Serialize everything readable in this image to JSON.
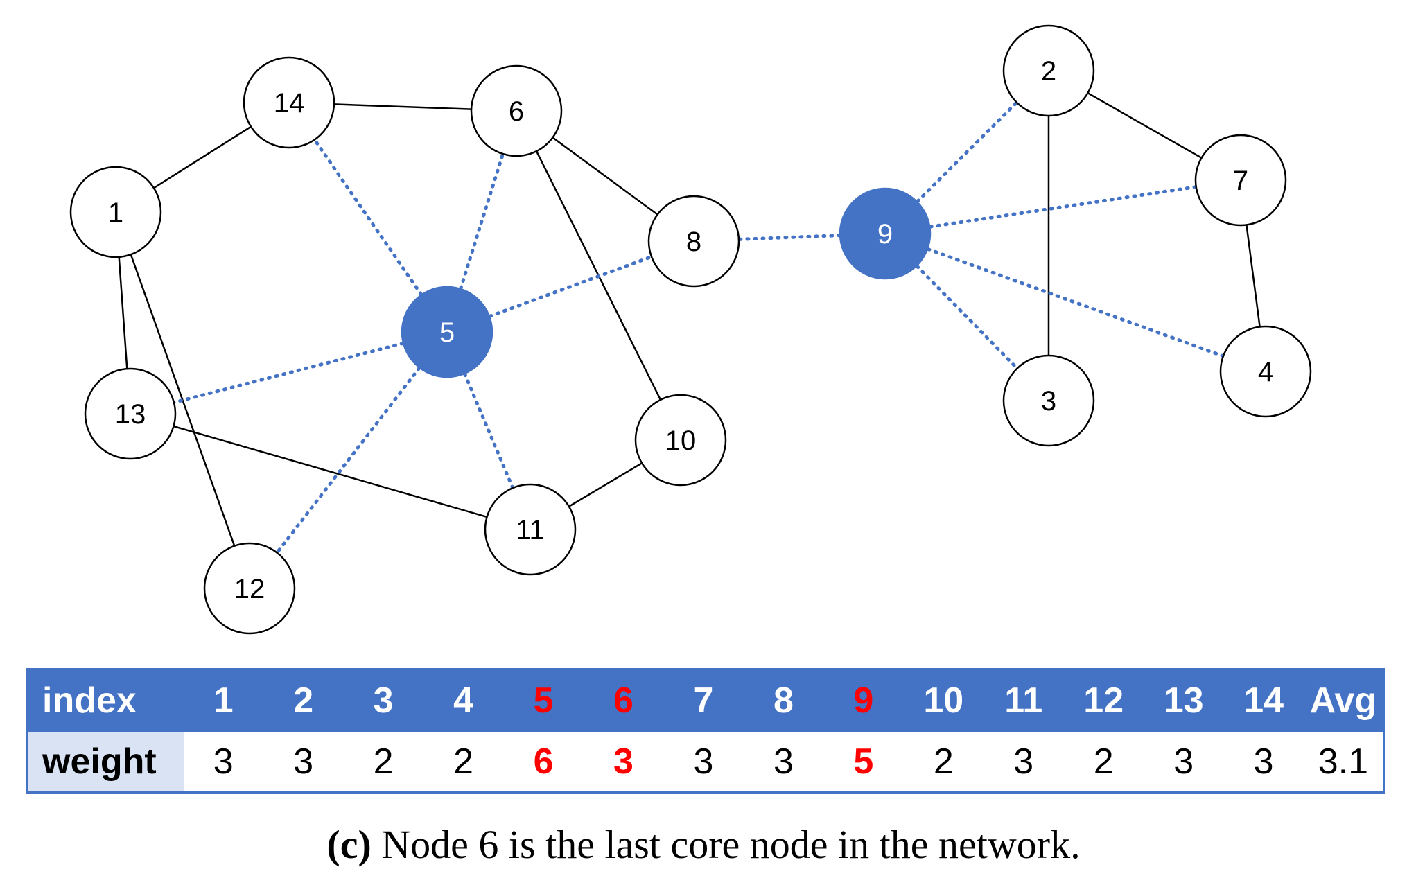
{
  "colors": {
    "core_fill": "#4472c4",
    "core_text": "#ffffff",
    "node_fill": "#ffffff",
    "node_stroke": "#000000",
    "solid_edge": "#000000",
    "dotted_edge": "#4472c4",
    "highlight": "#ff0000",
    "table_header_bg": "#4472c4",
    "table_label_bg": "#dae3f3"
  },
  "graph": {
    "nodes": [
      {
        "id": "1",
        "core": false
      },
      {
        "id": "2",
        "core": false
      },
      {
        "id": "3",
        "core": false
      },
      {
        "id": "4",
        "core": false
      },
      {
        "id": "5",
        "core": true
      },
      {
        "id": "6",
        "core": false
      },
      {
        "id": "7",
        "core": false
      },
      {
        "id": "8",
        "core": false
      },
      {
        "id": "9",
        "core": true
      },
      {
        "id": "10",
        "core": false
      },
      {
        "id": "11",
        "core": false
      },
      {
        "id": "12",
        "core": false
      },
      {
        "id": "13",
        "core": false
      },
      {
        "id": "14",
        "core": false
      }
    ],
    "edges": [
      {
        "from": "1",
        "to": "14",
        "style": "solid"
      },
      {
        "from": "1",
        "to": "13",
        "style": "solid"
      },
      {
        "from": "1",
        "to": "12",
        "style": "solid"
      },
      {
        "from": "14",
        "to": "6",
        "style": "solid"
      },
      {
        "from": "6",
        "to": "8",
        "style": "solid"
      },
      {
        "from": "6",
        "to": "10",
        "style": "solid"
      },
      {
        "from": "13",
        "to": "11",
        "style": "solid"
      },
      {
        "from": "10",
        "to": "11",
        "style": "solid"
      },
      {
        "from": "2",
        "to": "7",
        "style": "solid"
      },
      {
        "from": "2",
        "to": "3",
        "style": "solid"
      },
      {
        "from": "7",
        "to": "4",
        "style": "solid"
      },
      {
        "from": "5",
        "to": "14",
        "style": "dotted"
      },
      {
        "from": "5",
        "to": "6",
        "style": "dotted"
      },
      {
        "from": "5",
        "to": "8",
        "style": "dotted"
      },
      {
        "from": "5",
        "to": "13",
        "style": "dotted"
      },
      {
        "from": "5",
        "to": "12",
        "style": "dotted"
      },
      {
        "from": "5",
        "to": "11",
        "style": "dotted"
      },
      {
        "from": "8",
        "to": "9",
        "style": "dotted"
      },
      {
        "from": "9",
        "to": "2",
        "style": "dotted"
      },
      {
        "from": "9",
        "to": "7",
        "style": "dotted"
      },
      {
        "from": "9",
        "to": "4",
        "style": "dotted"
      },
      {
        "from": "9",
        "to": "3",
        "style": "dotted"
      }
    ]
  },
  "table": {
    "header_label": "index",
    "row_label": "weight",
    "columns": [
      {
        "index": "1",
        "weight": "3",
        "highlight": false
      },
      {
        "index": "2",
        "weight": "3",
        "highlight": false
      },
      {
        "index": "3",
        "weight": "2",
        "highlight": false
      },
      {
        "index": "4",
        "weight": "2",
        "highlight": false
      },
      {
        "index": "5",
        "weight": "6",
        "highlight": true
      },
      {
        "index": "6",
        "weight": "3",
        "highlight": true
      },
      {
        "index": "7",
        "weight": "3",
        "highlight": false
      },
      {
        "index": "8",
        "weight": "3",
        "highlight": false
      },
      {
        "index": "9",
        "weight": "5",
        "highlight": true
      },
      {
        "index": "10",
        "weight": "2",
        "highlight": false
      },
      {
        "index": "11",
        "weight": "3",
        "highlight": false
      },
      {
        "index": "12",
        "weight": "2",
        "highlight": false
      },
      {
        "index": "13",
        "weight": "3",
        "highlight": false
      },
      {
        "index": "14",
        "weight": "3",
        "highlight": false
      },
      {
        "index": "Avg",
        "weight": "3.1",
        "highlight": false
      }
    ]
  },
  "caption": {
    "tag": "(c)",
    "text": "Node 6 is the last core node in the network."
  }
}
